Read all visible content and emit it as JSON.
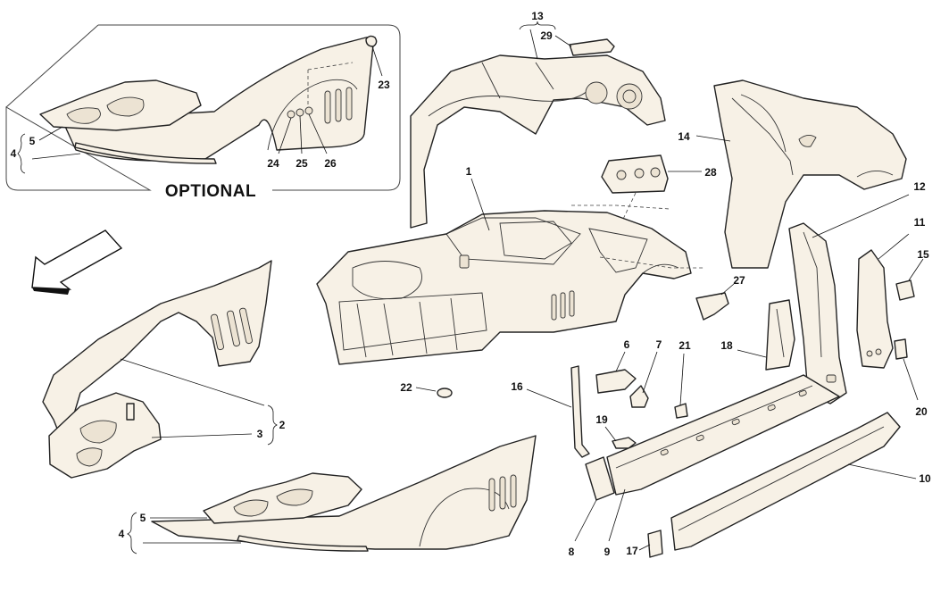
{
  "diagram": {
    "optional_label": "OPTIONAL",
    "callouts": {
      "p1": "1",
      "p2": "2",
      "p3": "3",
      "p4a": "4",
      "p4b": "4",
      "p5a": "5",
      "p5b": "5",
      "p6": "6",
      "p7": "7",
      "p8": "8",
      "p9": "9",
      "p10": "10",
      "p11": "11",
      "p12": "12",
      "p13": "13",
      "p14": "14",
      "p15": "15",
      "p16": "16",
      "p17": "17",
      "p18": "18",
      "p19": "19",
      "p20": "20",
      "p21": "21",
      "p22": "22",
      "p23": "23",
      "p24": "24",
      "p25": "25",
      "p26": "26",
      "p27": "27",
      "p28": "28",
      "p29": "29"
    },
    "colors": {
      "part_fill": "#f7f1e6",
      "stroke": "#222222",
      "background": "#ffffff"
    }
  }
}
